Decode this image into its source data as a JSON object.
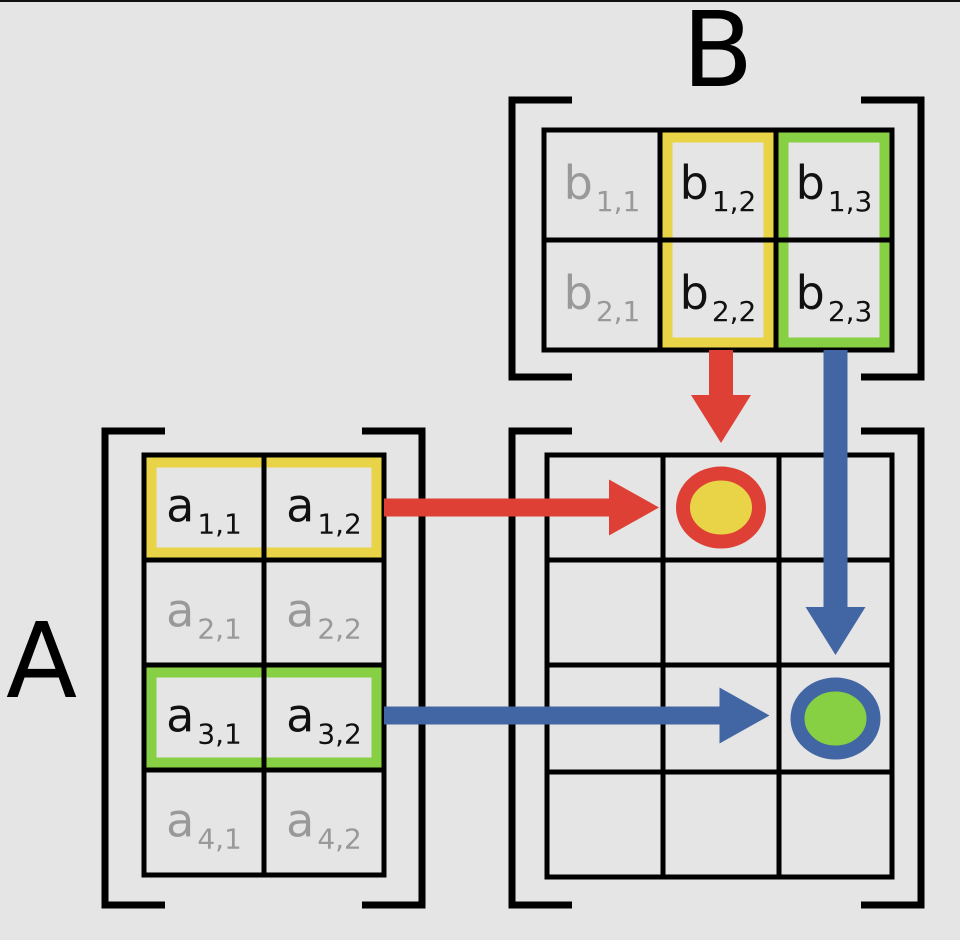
{
  "title": "Matrix multiplication diagram",
  "labels": {
    "matrix_a": "A",
    "matrix_b": "B"
  },
  "colors": {
    "background": "#e5e5e5",
    "grid": "#000000",
    "active_text": "#111111",
    "inactive_text": "#999999",
    "yellow": "#e9d447",
    "green": "#88d043",
    "red": "#de4035",
    "blue": "#4266a3"
  },
  "matrix_a": {
    "rows": 4,
    "cols": 2,
    "cells": [
      [
        {
          "base": "a",
          "sub": "1,1",
          "active": true
        },
        {
          "base": "a",
          "sub": "1,2",
          "active": true
        }
      ],
      [
        {
          "base": "a",
          "sub": "2,1",
          "active": false
        },
        {
          "base": "a",
          "sub": "2,2",
          "active": false
        }
      ],
      [
        {
          "base": "a",
          "sub": "3,1",
          "active": true
        },
        {
          "base": "a",
          "sub": "3,2",
          "active": true
        }
      ],
      [
        {
          "base": "a",
          "sub": "4,1",
          "active": false
        },
        {
          "base": "a",
          "sub": "4,2",
          "active": false
        }
      ]
    ],
    "highlights": [
      {
        "row": 1,
        "color": "yellow"
      },
      {
        "row": 3,
        "color": "green"
      }
    ]
  },
  "matrix_b": {
    "rows": 2,
    "cols": 3,
    "cells": [
      [
        {
          "base": "b",
          "sub": "1,1",
          "active": false
        },
        {
          "base": "b",
          "sub": "1,2",
          "active": true
        },
        {
          "base": "b",
          "sub": "1,3",
          "active": true
        }
      ],
      [
        {
          "base": "b",
          "sub": "2,1",
          "active": false
        },
        {
          "base": "b",
          "sub": "2,2",
          "active": true
        },
        {
          "base": "b",
          "sub": "2,3",
          "active": true
        }
      ]
    ],
    "highlights": [
      {
        "col": 2,
        "color": "yellow"
      },
      {
        "col": 3,
        "color": "green"
      }
    ]
  },
  "matrix_result": {
    "rows": 4,
    "cols": 3,
    "markers": [
      {
        "row": 1,
        "col": 2,
        "fill": "yellow",
        "ring": "red"
      },
      {
        "row": 3,
        "col": 3,
        "fill": "green",
        "ring": "blue"
      }
    ]
  },
  "arrows": [
    {
      "from": "A row 1",
      "to": "result (1,2)",
      "color": "red",
      "direction": "right"
    },
    {
      "from": "B col 2",
      "to": "result (1,2)",
      "color": "red",
      "direction": "down"
    },
    {
      "from": "A row 3",
      "to": "result (3,3)",
      "color": "blue",
      "direction": "right"
    },
    {
      "from": "B col 3",
      "to": "result (3,3)",
      "color": "blue",
      "direction": "down"
    }
  ]
}
